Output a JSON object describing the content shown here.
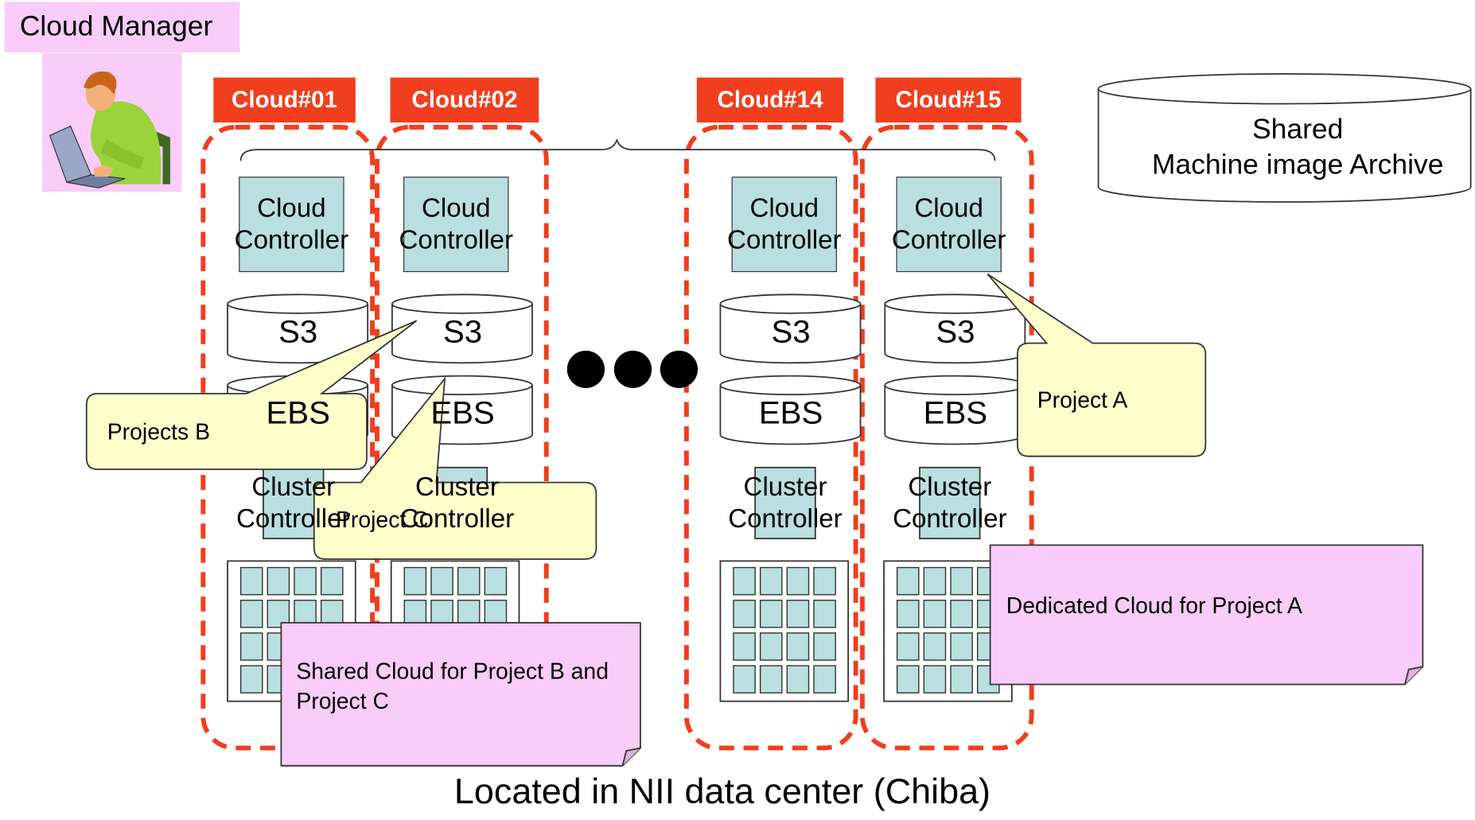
{
  "manager": {
    "label": "Cloud Manager",
    "icon": "person-at-laptop-icon"
  },
  "clouds": [
    {
      "tab": "Cloud#01",
      "controller": "Cloud Controller",
      "s3": "S3",
      "ebs": "EBS",
      "cluster": "Cluster Controller"
    },
    {
      "tab": "Cloud#02",
      "controller": "Cloud Controller",
      "s3": "S3",
      "ebs": "EBS",
      "cluster": "Cluster Controller"
    },
    {
      "tab": "Cloud#14",
      "controller": "Cloud Controller",
      "s3": "S3",
      "ebs": "EBS",
      "cluster": "Cluster Controller"
    },
    {
      "tab": "Cloud#15",
      "controller": "Cloud Controller",
      "s3": "S3",
      "ebs": "EBS",
      "cluster": "Cluster Controller"
    }
  ],
  "archive": {
    "line1": "Shared",
    "line2": "Machine image Archive"
  },
  "callouts": {
    "projects_b": "Projects B",
    "project_c": "Project C",
    "project_a": "Project A"
  },
  "notes": {
    "shared": "Shared Cloud for Project B and Project C",
    "dedicated": "Dedicated Cloud for Project A"
  },
  "footer": "Located in NII data center (Chiba)",
  "colors": {
    "dashed_border": "#f03e1e",
    "tab_bg": "#f03e1e",
    "controller_fill": "#b9dfe0",
    "callout_fill": "#ffffcc",
    "note_fill": "#f9ccf9"
  }
}
